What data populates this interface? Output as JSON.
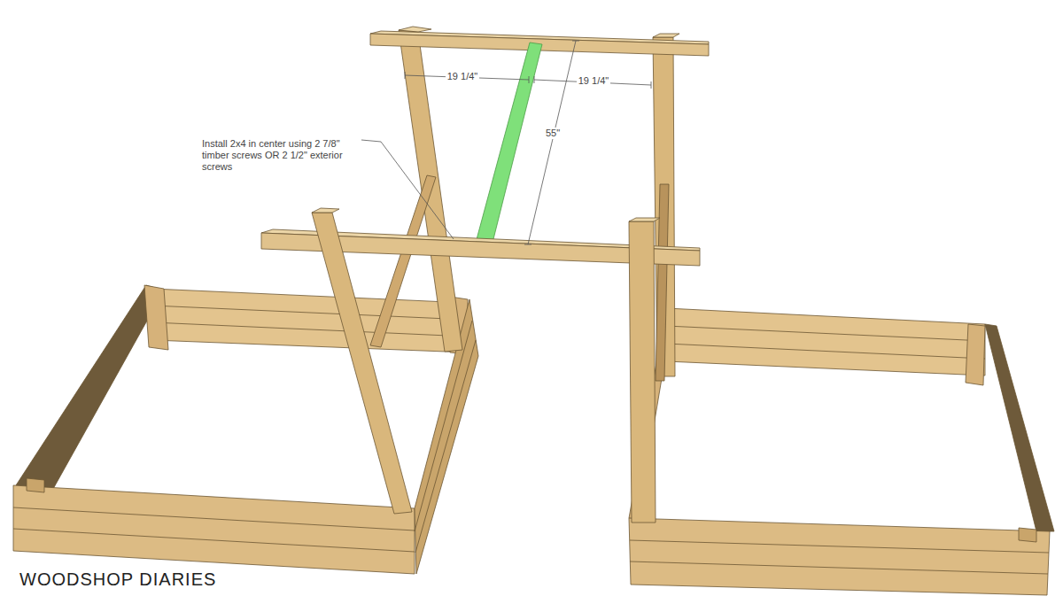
{
  "diagram": {
    "labels": [
      "19 1/4\"",
      "19 1/4\"",
      "55\"",
      "Install 2x4 in center using 2 7/8\" timber screws OR 2 1/2\" exterior screws",
      "WOODSHOP DIARIES"
    ]
  }
}
